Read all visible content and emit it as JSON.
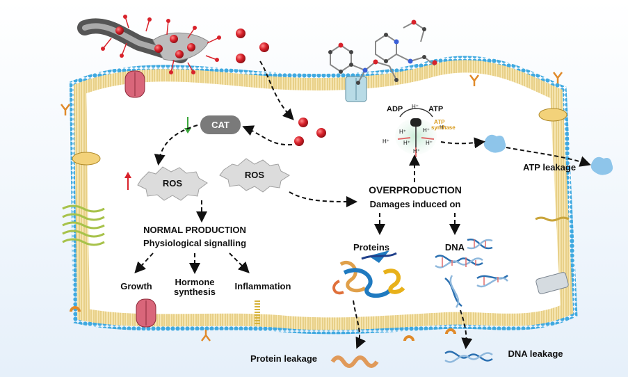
{
  "labels": {
    "cat": "CAT",
    "ros_left": "ROS",
    "ros_right": "ROS",
    "normal_production": "NORMAL PRODUCTION",
    "physiological_signalling": "Physiological signalling",
    "growth": "Growth",
    "hormone_line1": "Hormone",
    "hormone_line2": "synthesis",
    "inflammation": "Inflammation",
    "overproduction": "OVERPRODUCTION",
    "damages": "Damages induced on",
    "proteins": "Proteins",
    "dna": "DNA",
    "adp": "ADP",
    "atp": "ATP",
    "atp_synthase_line1": "ATP",
    "atp_synthase_line2": "synthase",
    "h_plus": "H⁺",
    "atp_leakage": "ATP leakage",
    "protein_leakage": "Protein leakage",
    "dna_leakage": "DNA leakage"
  },
  "colors": {
    "membrane_head": "#3fa9e0",
    "membrane_tail": "#f2d88a",
    "nanoparticle": "#d8222b",
    "arrow": "#111111",
    "up_arrow": "#d8222b",
    "down_arrow": "#3aa63a",
    "atp_blob": "#8ec5ea",
    "ros_fill": "#d9d9d9",
    "cat_fill": "#7a7a7a"
  },
  "icons": [
    "nanorod-icon",
    "molecule-icon",
    "channel-icon",
    "atp-synthase-icon",
    "protein-icon",
    "dna-icon"
  ]
}
